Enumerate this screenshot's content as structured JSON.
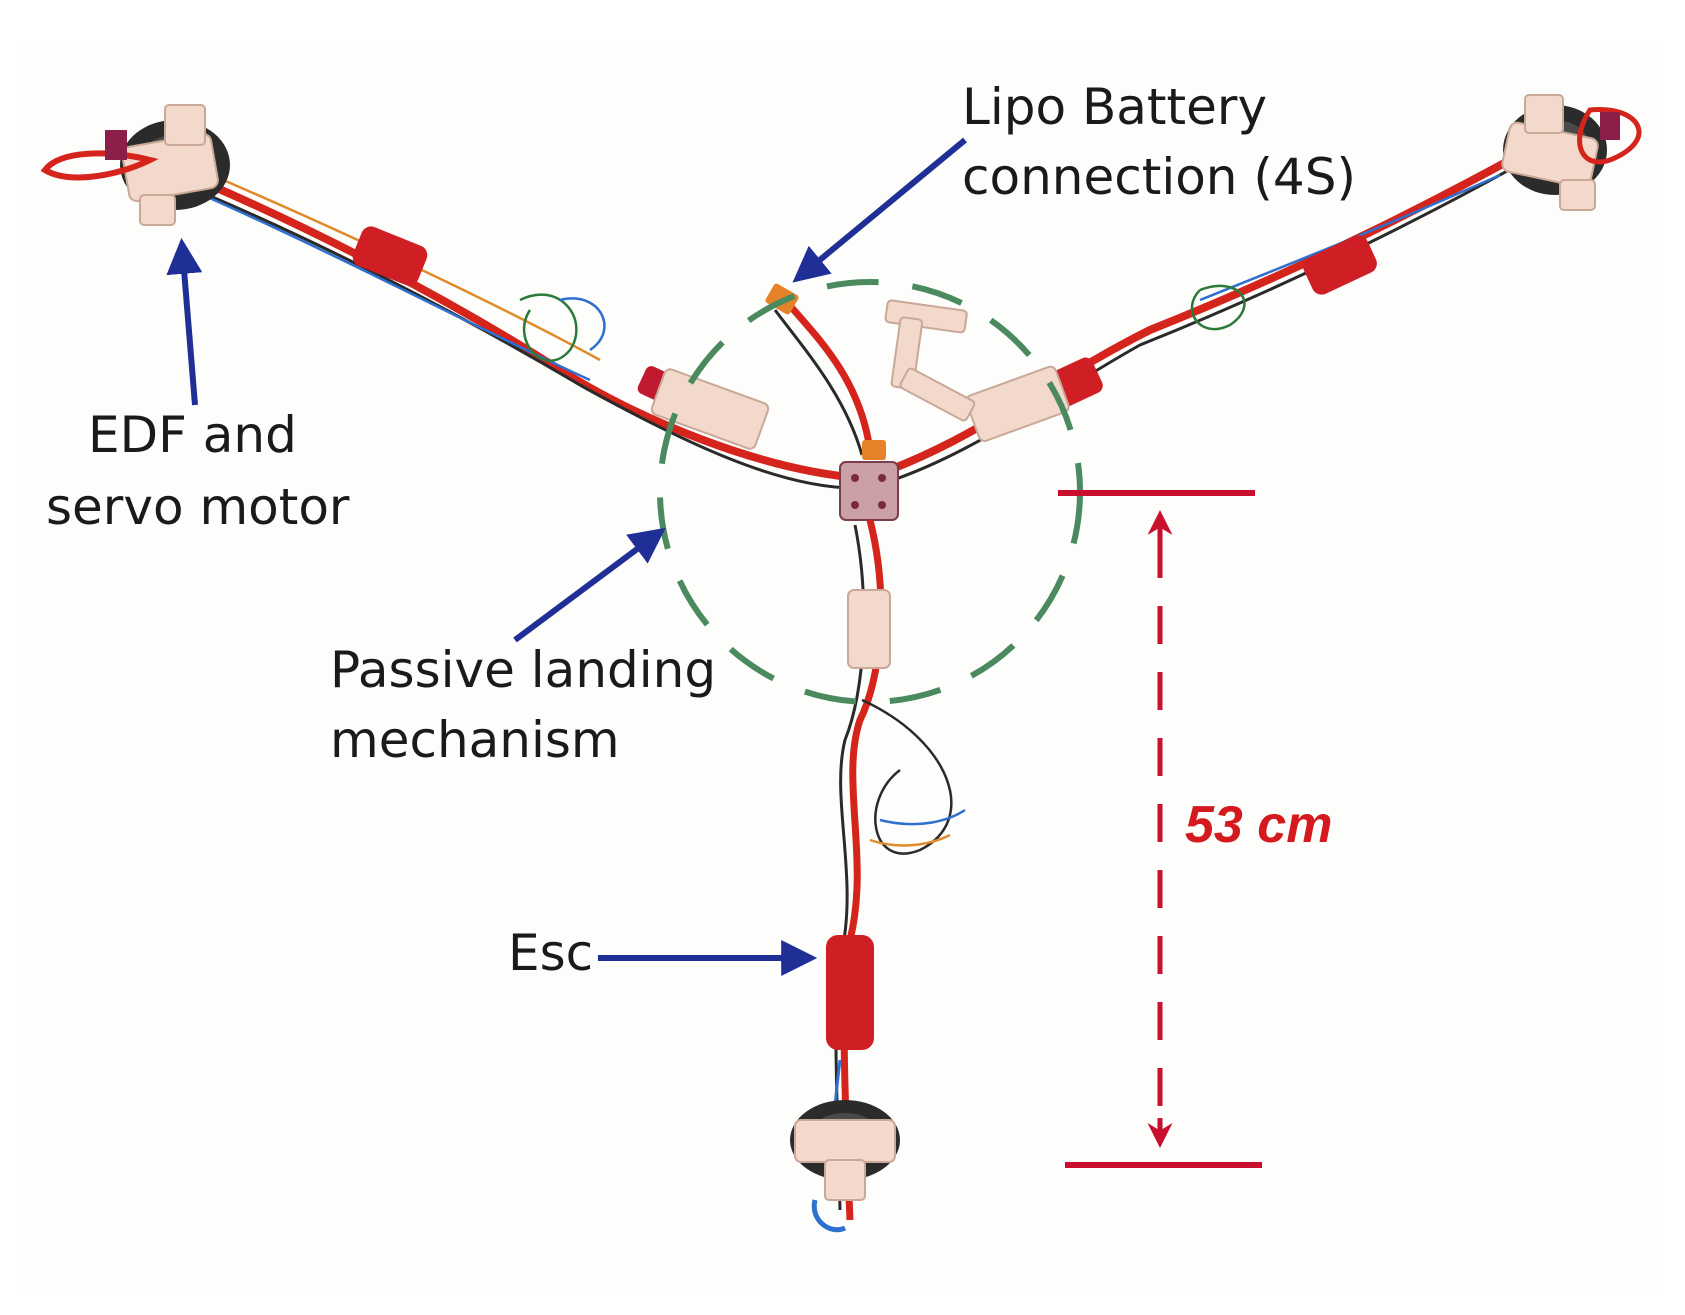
{
  "labels": {
    "edf": [
      "EDF and",
      "servo motor"
    ],
    "battery": [
      "Lipo Battery",
      "connection (4S)"
    ],
    "landing": [
      "Passive landing",
      "mechanism"
    ],
    "esc": "Esc"
  },
  "dimension": {
    "text": "53 cm"
  },
  "colors": {
    "background": "#ffffff",
    "arrow": "#1f2f96",
    "dimension": "#c8102e",
    "landing_circle": "#4a8a5e",
    "wire_red": "#d4241b",
    "esc_body": "#cf1f25",
    "mount": "#f2d9cc"
  }
}
